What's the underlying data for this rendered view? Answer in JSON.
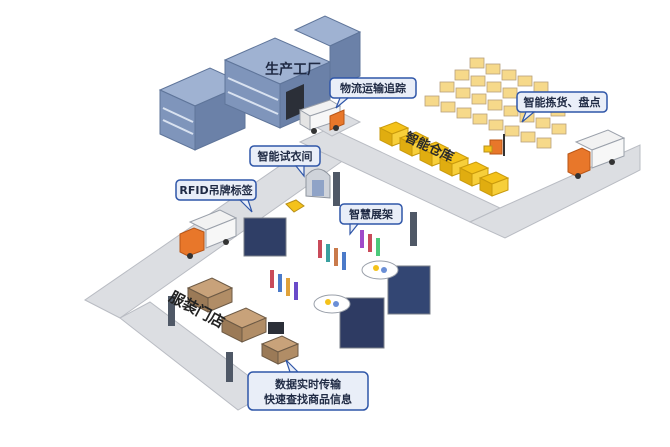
{
  "labels": {
    "factory": "生产工厂",
    "logistics": "物流运输追踪",
    "picking": "智能拣货、盘点",
    "warehouse": "智能仓库",
    "fitting": "智能试衣间",
    "rfid": "RFID吊牌标签",
    "shelf": "智慧展架",
    "store": "服装门店",
    "data_line1": "数据实时传输",
    "data_line2": "快速查找商品信息"
  },
  "colors": {
    "road": "#dcdee2",
    "road_edge": "#b9bcc3",
    "building": "#8aa0c4",
    "building_dark": "#5f759a",
    "callout_fill": "#e9eef8",
    "callout_stroke": "#2f56a8",
    "warehouse_box": "#f4c21a",
    "truck_cab": "#e8772a",
    "truck_box": "#f2f2f2"
  }
}
